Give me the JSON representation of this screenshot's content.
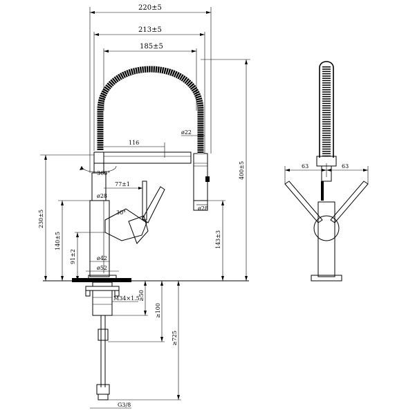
{
  "dimensions": {
    "overall_width": "220±5",
    "hose_outer_width": "213±5",
    "hose_inner_width": "185±5",
    "hose_diameter": "ø22",
    "spout_length": "116",
    "rotation": "360°",
    "handle_offset": "77±1",
    "body_diameter_upper": "ø28",
    "head_diameter": "ø28",
    "total_height": "400±5",
    "spout_height": "230±5",
    "handle_height": "140±5",
    "head_height": "143±3",
    "base_height": "91±2",
    "base_diameter_a": "ø42",
    "base_diameter_b": "ø52",
    "handle_angle": "30°",
    "thread": "M34×1.5",
    "shank_a": "≥50",
    "shank_b": "≥100",
    "hose_length": "≥725",
    "connection": "G3/8",
    "side_left": "63",
    "side_right": "63"
  }
}
